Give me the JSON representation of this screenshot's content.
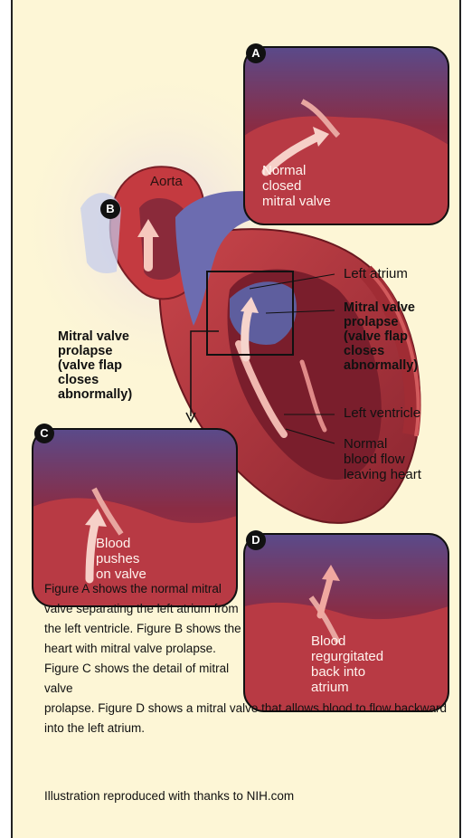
{
  "labels": {
    "aorta": "Aorta",
    "left_atrium": "Left atrium",
    "prolapse_right": "Mitral valve\nprolapse\n(valve flap\ncloses\nabnormally)",
    "prolapse_left": "Mitral valve\nprolapse\n(valve flap\ncloses\nabnormally)",
    "left_ventricle": "Left ventricle",
    "normal_flow": "Normal\nblood flow\nleaving heart",
    "normal_closed": "Normal\nclosed\nmitral valve",
    "blood_pushes": "Blood\npushes\non valve",
    "regurgitated": "Blood\nregurgitated\nback into\natrium"
  },
  "badges": {
    "a": "A",
    "b": "B",
    "c": "C",
    "d": "D"
  },
  "caption": {
    "part1": "Figure A shows the normal mitral valve separating the left atrium from the left ventricle. Figure B shows the heart with mitral valve prolapse. Figure C shows the detail of mitral valve",
    "part2": "prolapse. Figure D shows a mitral valve that allows blood to flow backward into the left atrium."
  },
  "credit": "Illustration reproduced with thanks to NIH.com",
  "colors": {
    "background": "#fdf6d6",
    "muscle": "#b8383f",
    "dark_muscle": "#7a1e26",
    "chamber": "#8a2a3a",
    "atrium_blue": "#6a6aa8",
    "vessel_blue": "#7b86c4",
    "flow_arrow": "#f4c8c0"
  }
}
